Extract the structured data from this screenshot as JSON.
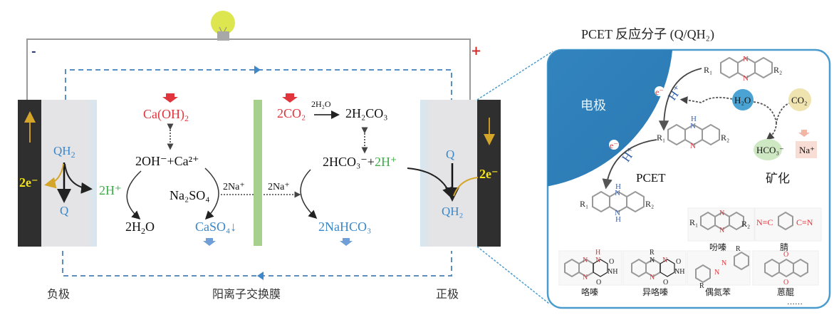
{
  "colors": {
    "red": "#e0353c",
    "blue": "#3b87c8",
    "green": "#3fae49",
    "yellow": "#f3e41b",
    "dark_electrode": "#2f2f2f",
    "membrane": "#a7d08c",
    "dash": "#5b8ec1",
    "zoom_panel": "#4b9cce",
    "electrode_sphere": "#2f7fbb"
  },
  "circuit": {
    "negative_sign": "-",
    "positive_sign": "+",
    "bulb_icon": "light-bulb-icon"
  },
  "left_electrode": {
    "qh2": "QH",
    "qh2_sub": "2",
    "q": "Q",
    "electrons": "2e⁻",
    "protons": "2H⁺",
    "label": "负极"
  },
  "anode_chamber": {
    "caoh2": "Ca(OH)",
    "caoh2_sub": "2",
    "ions": "2OH⁻+Ca²⁺",
    "water": "2H",
    "water_sub": "2",
    "water_o": "O",
    "na2so4": "Na₂SO₄",
    "caso4": "CaSO₄↓",
    "na_label_left": "2Na⁺"
  },
  "membrane": {
    "label": "阳离子交换膜",
    "na_label_right": "2Na⁺"
  },
  "cathode_chamber": {
    "co2": "2CO₂",
    "water_over_arrow": "2H₂O",
    "h2co3": "2H₂CO₃",
    "hco3": "2HCO₃⁻+",
    "protons": "2H⁺",
    "nahco3": "2NaHCO₃"
  },
  "right_electrode": {
    "q": "Q",
    "qh2": "QH₂",
    "electrons": "2e⁻",
    "label": "正极"
  },
  "inset": {
    "title": "PCET 反应分子 (Q/QH₂)",
    "electrode_label": "电极",
    "electron": "e⁻",
    "proton": "H⁺",
    "water": "H₂O",
    "co2": "CO₂",
    "hco3": "HCO₃⁻",
    "na": "Na⁺",
    "pcet_label": "PCET",
    "mineralization_label": "矿化",
    "r1": "R₁",
    "r2": "R₂",
    "n": "N",
    "nh_h": "H",
    "examples": [
      {
        "name": "吩嗪"
      },
      {
        "name": "腈"
      },
      {
        "name": "咯嗪"
      },
      {
        "name": "异咯嗪"
      },
      {
        "name": "偶氮苯"
      },
      {
        "name": "蒽醌"
      }
    ],
    "nitrile_left": "N≡C",
    "nitrile_right": "C≡N",
    "r": "R",
    "o": "O",
    "nh": "NH",
    "ellipsis": "……"
  }
}
